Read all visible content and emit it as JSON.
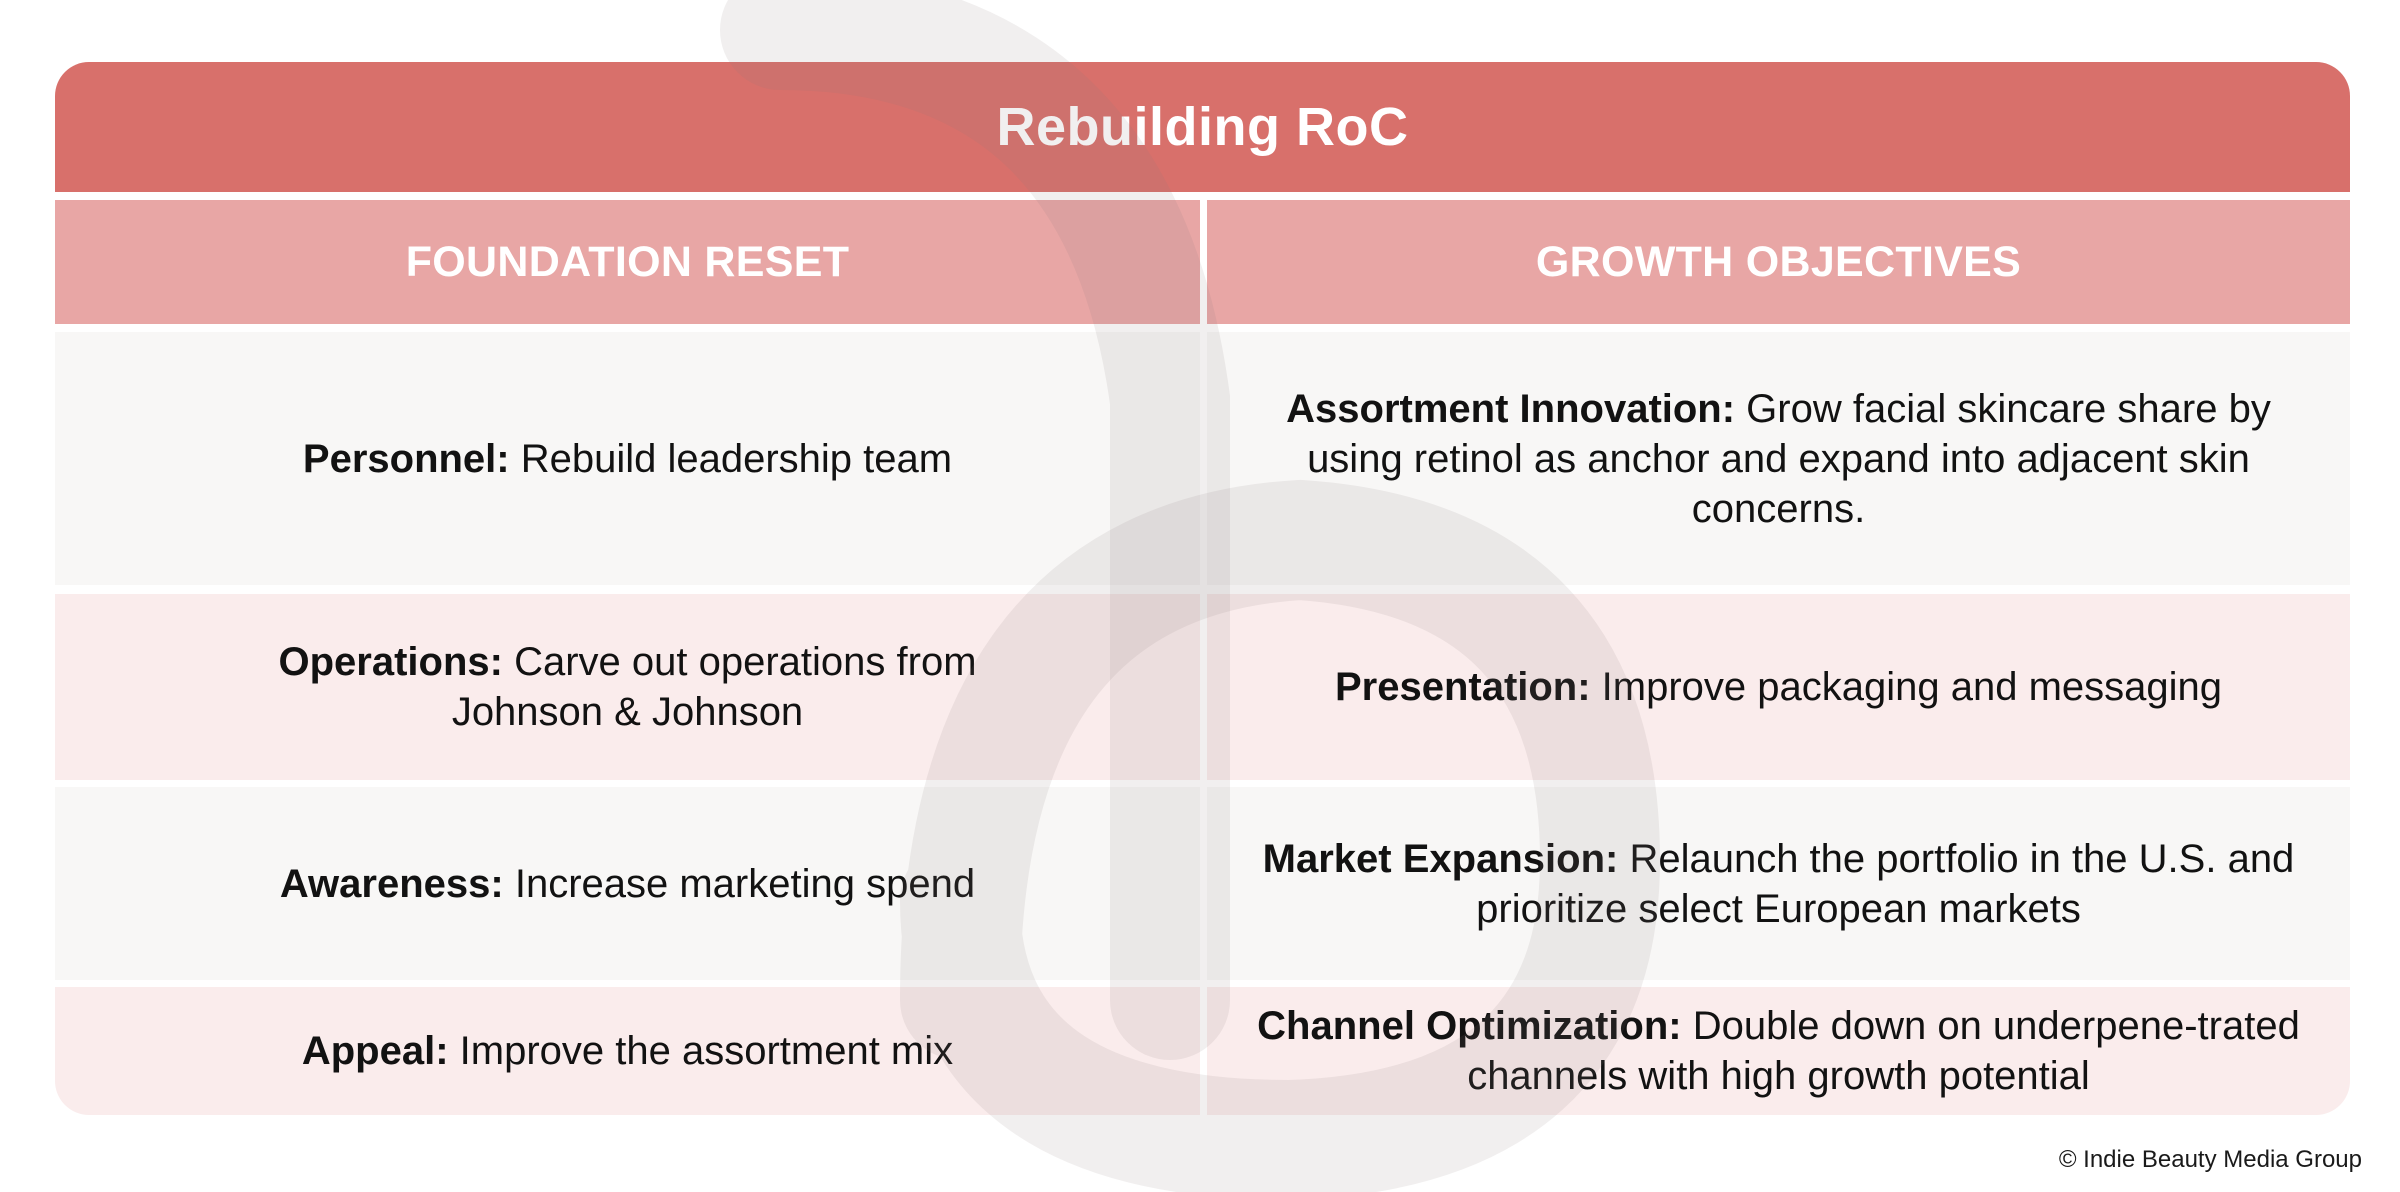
{
  "title": "Rebuilding RoC",
  "columns": {
    "left_header": "FOUNDATION RESET",
    "right_header": "GROWTH OBJECTIVES"
  },
  "rows": [
    {
      "left": {
        "label": "Personnel:",
        "text": " Rebuild leadership team"
      },
      "right": {
        "label": "Assortment Innovation:",
        "text": " Grow facial skincare share by using retinol as anchor and expand into adjacent skin concerns."
      }
    },
    {
      "left": {
        "label": "Operations:",
        "text": " Carve out operations from Johnson & Johnson"
      },
      "right": {
        "label": "Presentation:",
        "text": " Improve packaging and messaging"
      }
    },
    {
      "left": {
        "label": "Awareness:",
        "text": " Increase marketing spend"
      },
      "right": {
        "label": "Market Expansion:",
        "text": " Relaunch the portfolio in the U.S. and prioritize select European markets"
      }
    },
    {
      "left": {
        "label": "Appeal:",
        "text": " Improve the assortment mix"
      },
      "right": {
        "label": "Channel Optimization:",
        "text": " Double down on underpene-trated channels with high growth potential"
      }
    }
  ],
  "footer": {
    "copyright": "© Indie Beauty Media Group"
  },
  "colors": {
    "title_bar": "#d8706b",
    "header_row": "#e8a6a5",
    "row_light": "#f8f7f6",
    "row_pink": "#faecec"
  },
  "watermark": "indie-beauty-logo"
}
